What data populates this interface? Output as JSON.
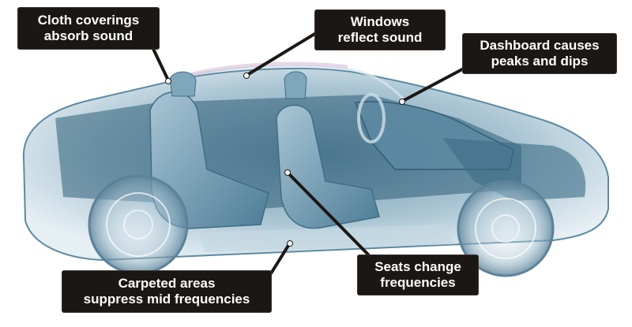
{
  "callouts": [
    {
      "id": "cloth",
      "lines": [
        "Cloth coverings",
        "absorb sound"
      ]
    },
    {
      "id": "windows",
      "lines": [
        "Windows",
        "reflect sound"
      ]
    },
    {
      "id": "dashboard",
      "lines": [
        "Dashboard causes",
        "peaks and dips"
      ]
    },
    {
      "id": "seats",
      "lines": [
        "Seats change",
        "frequencies"
      ]
    },
    {
      "id": "carpet",
      "lines": [
        "Carpeted areas",
        "suppress mid frequencies"
      ]
    }
  ],
  "colors": {
    "callout_bg": "#1b1714",
    "callout_text": "#ffffff",
    "car_body": "#7fa9bd",
    "car_dark": "#2f5e78",
    "seat": "#5f8ea6"
  }
}
